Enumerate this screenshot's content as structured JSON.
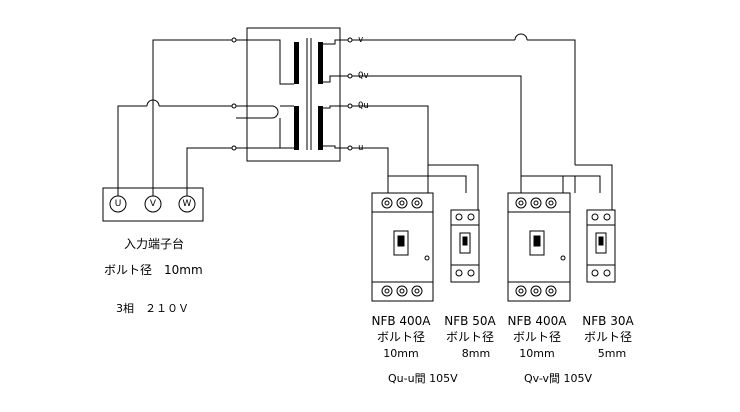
{
  "transformer": {
    "terminals": {
      "v": "v",
      "qv": "Qv",
      "qu": "Qu",
      "u": "u"
    }
  },
  "input_terminal_block": {
    "terminals": [
      "U",
      "V",
      "W"
    ],
    "title": "入力端子台",
    "bolt": "ボルト径　10mm",
    "power": "3相　２１０Ｖ"
  },
  "breakers": [
    {
      "name": "NFB 400A",
      "bolt_label": "ボルト径",
      "bolt_size": "10mm"
    },
    {
      "name": "NFB 50A",
      "bolt_label": "ボルト径",
      "bolt_size": "8mm"
    },
    {
      "name": "NFB 400A",
      "bolt_label": "ボルト径",
      "bolt_size": "10mm"
    },
    {
      "name": "NFB 30A",
      "bolt_label": "ボルト径",
      "bolt_size": "5mm"
    }
  ],
  "groups": [
    {
      "label": "Qu-u間 105V"
    },
    {
      "label": "Qv-v間 105V"
    }
  ]
}
